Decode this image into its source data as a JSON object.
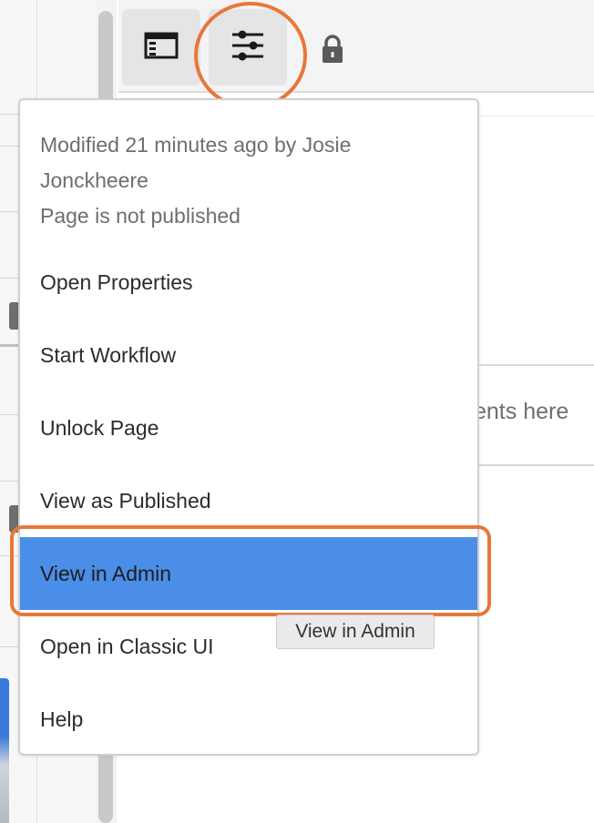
{
  "toolbar": {
    "buttons": [
      {
        "name": "side-panel",
        "icon": "panel-toggle-icon"
      },
      {
        "name": "page-information",
        "icon": "sliders-icon"
      },
      {
        "name": "lock",
        "icon": "lock-icon"
      }
    ]
  },
  "background_panel": {
    "text": "ents here"
  },
  "popover": {
    "modified_line1": "Modified 21 minutes ago by Josie",
    "modified_line2": "Jonckheere",
    "status": "Page is not published",
    "items": [
      {
        "label": "Open Properties"
      },
      {
        "label": "Start Workflow"
      },
      {
        "label": "Unlock Page"
      },
      {
        "label": "View as Published"
      },
      {
        "label": "View in Admin",
        "active": true
      },
      {
        "label": "Open in Classic UI"
      },
      {
        "label": "Help"
      }
    ]
  },
  "tooltip": {
    "text": "View in Admin"
  },
  "colors": {
    "accent": "#4b8ee8",
    "highlight_annotation": "#e8773a"
  }
}
